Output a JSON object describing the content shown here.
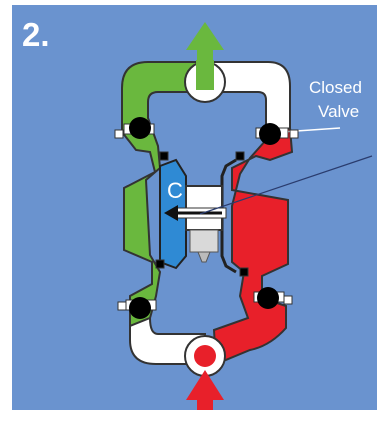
{
  "diagram": {
    "step_number": "2.",
    "callout": {
      "line1": "Closed",
      "line2": "Valve"
    },
    "chamber_letter": "C"
  },
  "colors": {
    "background": "#6a93cf",
    "discharge_green": "#6ab83e",
    "suction_red": "#e8202a",
    "manifold_white": "#ffffff",
    "chamber_blue": "#2f8ad4",
    "outline": "#333333",
    "valve_ball": "#000000"
  }
}
